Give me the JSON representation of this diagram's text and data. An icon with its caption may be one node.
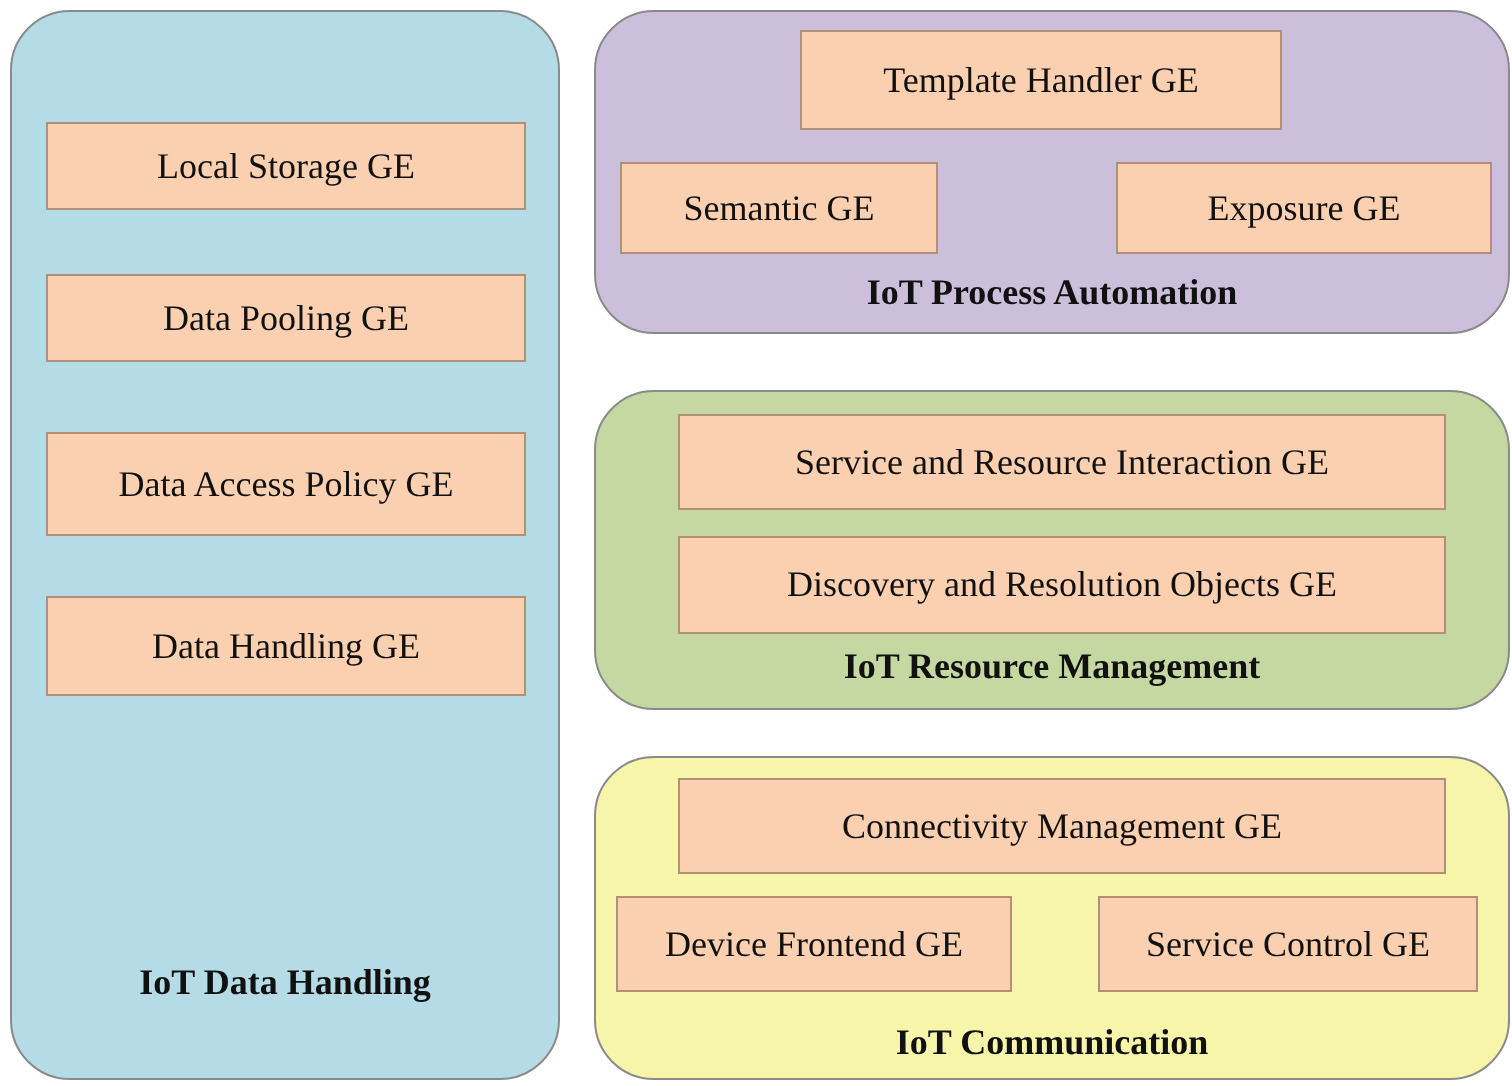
{
  "diagram": {
    "nodes": [
      {
        "text": [
          "IoT Data Handling"
        ]
      },
      {
        "text": [
          "Local Storage GE"
        ],
        "in": 0
      },
      {
        "text": [
          "Data Pooling GE"
        ],
        "in": 0
      },
      {
        "text": [
          "Data Access Policy GE"
        ],
        "in": 0
      },
      {
        "text": [
          "Data Handling GE"
        ],
        "in": 0
      },
      {
        "text": [
          "IoT Process Automation"
        ]
      },
      {
        "text": [
          "Template Handler GE"
        ],
        "in": 5
      },
      {
        "text": [
          "Semantic GE"
        ],
        "in": 5
      },
      {
        "text": [
          "Exposure GE"
        ],
        "in": 5
      },
      {
        "text": [
          "IoT Resource Management"
        ]
      },
      {
        "text": [
          "Service and Resource Interaction GE"
        ],
        "in": 9
      },
      {
        "text": [
          "Discovery and Resolution Objects GE"
        ],
        "in": 9
      },
      {
        "text": [
          "IoT Communication"
        ]
      },
      {
        "text": [
          "Connectivity Management GE"
        ],
        "in": 12
      },
      {
        "text": [
          "Device Frontend GE"
        ],
        "in": 12
      },
      {
        "text": [
          "Service Control GE"
        ],
        "in": 12
      }
    ],
    "edges": []
  }
}
